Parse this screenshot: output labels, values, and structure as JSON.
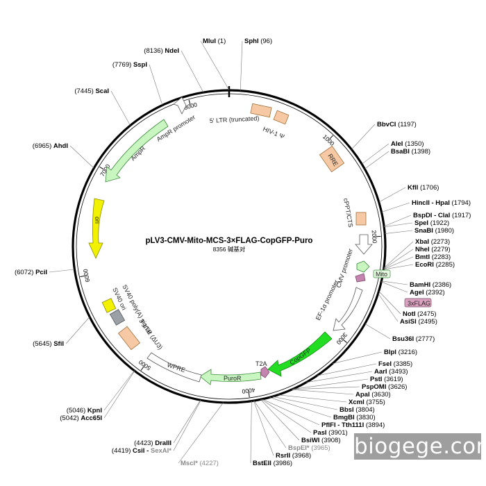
{
  "title": "pLV3-CMV-Mito-MCS-3×FLAG-CopGFP-Puro",
  "subtitle": "8356 碱基对",
  "total_bp": 8356,
  "watermark": "biogege.com",
  "ticks": [
    "1000",
    "2000",
    "3000",
    "4000",
    "5000",
    "6000",
    "7000",
    "8000"
  ],
  "sites": [
    {
      "name": "MluI",
      "pos": "(1)",
      "bp": 1
    },
    {
      "name": "SphI",
      "pos": "(96)",
      "bp": 96
    },
    {
      "name": "BbvCI",
      "pos": "(1197)",
      "bp": 1197
    },
    {
      "name": "AleI",
      "pos": "(1350)",
      "bp": 1350
    },
    {
      "name": "BsaBI",
      "pos": "(1398)",
      "bp": 1398
    },
    {
      "name": "KflI",
      "pos": "(1706)",
      "bp": 1706
    },
    {
      "name": "HincII - HpaI",
      "pos": "(1794)",
      "bp": 1794
    },
    {
      "name": "BspDI - ClaI",
      "pos": "(1917)",
      "bp": 1917
    },
    {
      "name": "SpeI",
      "pos": "(1922)",
      "bp": 1922
    },
    {
      "name": "SnaBI",
      "pos": "(1980)",
      "bp": 1980
    },
    {
      "name": "XbaI",
      "pos": "(2273)",
      "bp": 2273
    },
    {
      "name": "NheI",
      "pos": "(2279)",
      "bp": 2279
    },
    {
      "name": "BmtI",
      "pos": "(2283)",
      "bp": 2283
    },
    {
      "name": "EcoRI",
      "pos": "(2285)",
      "bp": 2285
    },
    {
      "name": "BamHI",
      "pos": "(2386)",
      "bp": 2386
    },
    {
      "name": "AgeI",
      "pos": "(2392)",
      "bp": 2392
    },
    {
      "name": "NotI",
      "pos": "(2475)",
      "bp": 2475
    },
    {
      "name": "AsiSI",
      "pos": "(2495)",
      "bp": 2495
    },
    {
      "name": "Bsu36I",
      "pos": "(2777)",
      "bp": 2777
    },
    {
      "name": "BlpI",
      "pos": "(3216)",
      "bp": 3216
    },
    {
      "name": "FseI",
      "pos": "(3385)",
      "bp": 3385
    },
    {
      "name": "AarI",
      "pos": "(3493)",
      "bp": 3493
    },
    {
      "name": "PstI",
      "pos": "(3619)",
      "bp": 3619
    },
    {
      "name": "PspOMI",
      "pos": "(3626)",
      "bp": 3626
    },
    {
      "name": "ApaI",
      "pos": "(3630)",
      "bp": 3630
    },
    {
      "name": "XcmI",
      "pos": "(3755)",
      "bp": 3755
    },
    {
      "name": "BbsI",
      "pos": "(3804)",
      "bp": 3804
    },
    {
      "name": "BmgBI",
      "pos": "(3830)",
      "bp": 3830
    },
    {
      "name": "PflFI - Tth111I",
      "pos": "(3894)",
      "bp": 3894
    },
    {
      "name": "PasI",
      "pos": "(3901)",
      "bp": 3901
    },
    {
      "name": "BsiWI",
      "pos": "(3908)",
      "bp": 3908
    },
    {
      "name": "BspEI*",
      "pos": "(3965)",
      "bp": 3965,
      "grey": true
    },
    {
      "name": "RsrII",
      "pos": "(3968)",
      "bp": 3968
    },
    {
      "name": "BstEII",
      "pos": "(3986)",
      "bp": 3986
    },
    {
      "name": "MscI*",
      "pos": "(4227)",
      "bp": 4227,
      "grey": true
    },
    {
      "name": "DraIII",
      "pos": "(4423)",
      "bp": 4423
    },
    {
      "name": "CsiI - SexAI*",
      "pos": "(4419)",
      "bp": 4419,
      "greySuffix": "SexAI*"
    },
    {
      "name": "KpnI",
      "pos": "(5046)",
      "bp": 5046
    },
    {
      "name": "Acc65I",
      "pos": "(5042)",
      "bp": 5042
    },
    {
      "name": "SfiI",
      "pos": "(5645)",
      "bp": 5645
    },
    {
      "name": "PciI",
      "pos": "(6072)",
      "bp": 6072
    },
    {
      "name": "AhdI",
      "pos": "(6965)",
      "bp": 6965
    },
    {
      "name": "ScaI",
      "pos": "(7445)",
      "bp": 7445
    },
    {
      "name": "SspI",
      "pos": "(7769)",
      "bp": 7769
    },
    {
      "name": "NdeI",
      "pos": "(8136)",
      "bp": 8136
    }
  ],
  "features": [
    {
      "label": "5' LTR (truncated)",
      "color": "#f6c9a4"
    },
    {
      "label": "HIV-1 Ψ",
      "color": "#f6c9a4"
    },
    {
      "label": "RRE",
      "color": "#f6c9a4"
    },
    {
      "label": "cPPT/CTS",
      "color": "#f6c9a4"
    },
    {
      "label": "CMV promoter",
      "color": "#ffffff"
    },
    {
      "label": "Mito",
      "color": "#c8f5c0"
    },
    {
      "label": "3xFLAG",
      "color": "#d9a3bf"
    },
    {
      "label": "EF-1α promoter",
      "color": "#ffffff"
    },
    {
      "label": "CopGFP",
      "color": "#22dd22"
    },
    {
      "label": "T2A",
      "color": "#c583b0"
    },
    {
      "label": "PuroR",
      "color": "#c8f5c0"
    },
    {
      "label": "WPRE",
      "color": "#ffffff"
    },
    {
      "label": "3' LTR (ΔU3)",
      "color": "#f6c9a4"
    },
    {
      "label": "SV40 poly(A) signal",
      "color": "#9aa0a6"
    },
    {
      "label": "SV40 ori",
      "color": "#f2f200"
    },
    {
      "label": "ori",
      "color": "#f2f200"
    },
    {
      "label": "AmpR",
      "color": "#c8f5c0"
    },
    {
      "label": "AmpR promoter",
      "color": "#ffffff"
    }
  ]
}
